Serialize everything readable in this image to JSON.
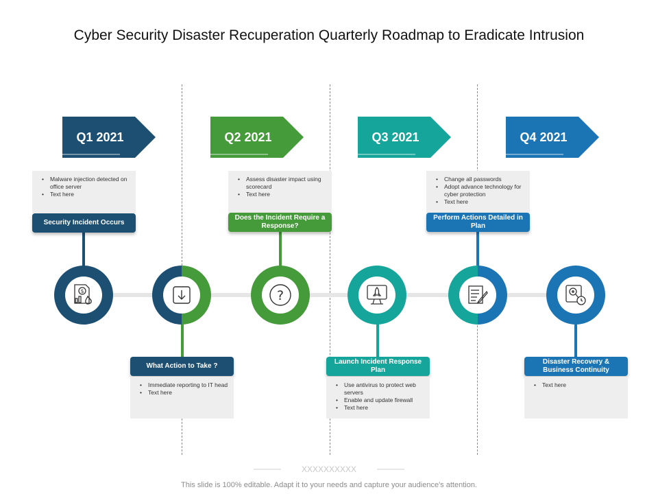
{
  "title": "Cyber Security Disaster Recuperation Quarterly Roadmap to Eradicate Intrusion",
  "colors": {
    "navy": "#1c4f72",
    "green": "#459a39",
    "teal": "#15a59a",
    "blue": "#1b74b3",
    "note_bg": "#eeeeee"
  },
  "quarters": [
    {
      "label": "Q1 2021",
      "color": "#1c4f72"
    },
    {
      "label": "Q2 2021",
      "color": "#459a39"
    },
    {
      "label": "Q3 2021",
      "color": "#15a59a"
    },
    {
      "label": "Q4 2021",
      "color": "#1b74b3"
    }
  ],
  "steps": [
    {
      "label": "Security Incident Occurs",
      "icon": "financial-report-fire-icon",
      "bullets": [
        "Malware  injection detected on office server",
        "Text here"
      ]
    },
    {
      "label": "What Action to Take ?",
      "icon": "download-arrow-icon",
      "bullets": [
        "Immediate reporting to IT head",
        "Text here"
      ]
    },
    {
      "label": "Does the Incident Require a Response?",
      "icon": "question-mark-icon",
      "bullets": [
        "Assess disaster impact using scorecard",
        "Text here"
      ]
    },
    {
      "label": "Launch Incident Response Plan",
      "icon": "rocket-monitor-icon",
      "bullets": [
        "Use antivirus to protect web servers",
        "Enable and update firewall",
        "Text here"
      ]
    },
    {
      "label": "Perform Actions Detailed in Plan",
      "icon": "document-edit-icon",
      "bullets": [
        "Change all passwords",
        "Adopt advance technology for cyber protection",
        "Text here"
      ]
    },
    {
      "label": "Disaster Recovery & Business Continuity",
      "icon": "disk-recovery-icon",
      "bullets": [
        "Text here"
      ]
    }
  ],
  "footer": {
    "placeholder": "XXXXXXXXXX",
    "text": "This slide is 100% editable. Adapt it to your needs and capture your audience's attention."
  }
}
